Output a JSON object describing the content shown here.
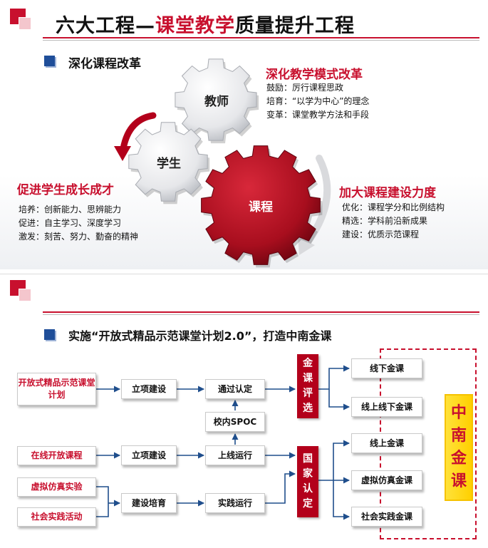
{
  "slide1": {
    "title_prefix": "六大工程—",
    "title_highlight": "课堂教学",
    "title_suffix": "质量提升工程",
    "subtitle": "深化课程改革",
    "gears": {
      "teacher": "教师",
      "student": "学生",
      "course": "课程"
    },
    "reform_mode": {
      "heading": "深化教学模式改革",
      "lines": [
        "鼓励：厉行课程思政",
        "培育：“以学为中心”的理念",
        "变革：课堂教学方法和手段"
      ]
    },
    "student_growth": {
      "heading": "促进学生成长成才",
      "lines": [
        "培养：创新能力、思辨能力",
        "促进：自主学习、深度学习",
        "激发：刻苦、努力、勤奋的精神"
      ]
    },
    "course_building": {
      "heading": "加大课程建设力度",
      "lines": [
        "优化：课程学分和比例结构",
        "精选：学科前沿新成果",
        "建设：优质示范课程"
      ]
    }
  },
  "slide2": {
    "subtitle": "实施“开放式精品示范课堂计划2.0”，打造中南金课",
    "sources": {
      "open_plan": "开放式精品示范课堂计划",
      "online_open": "在线开放课程",
      "virtual_sim": "虚拟仿真实验",
      "social_practice": "社会实践活动"
    },
    "steps": {
      "approve_1": "立项建设",
      "approve_2": "立项建设",
      "cultivate": "建设培育",
      "certified": "通过认定",
      "spoc": "校内SPOC",
      "online_run": "上线运行",
      "practice_run": "实践运行"
    },
    "gold_eval": [
      "金",
      "课",
      "评",
      "选"
    ],
    "national": [
      "国",
      "家",
      "认",
      "定"
    ],
    "outcomes": {
      "offline": "线下金课",
      "blended": "线上线下金课",
      "online": "线上金课",
      "virtual": "虚拟仿真金课",
      "practice": "社会实践金课"
    },
    "zhongnan": [
      "中",
      "南",
      "金",
      "课"
    ]
  },
  "colors": {
    "accent": "#c8102e",
    "gear_red": "#a10c1c",
    "bullet_blue": "#1f4e99",
    "gold": "#ffd000"
  }
}
